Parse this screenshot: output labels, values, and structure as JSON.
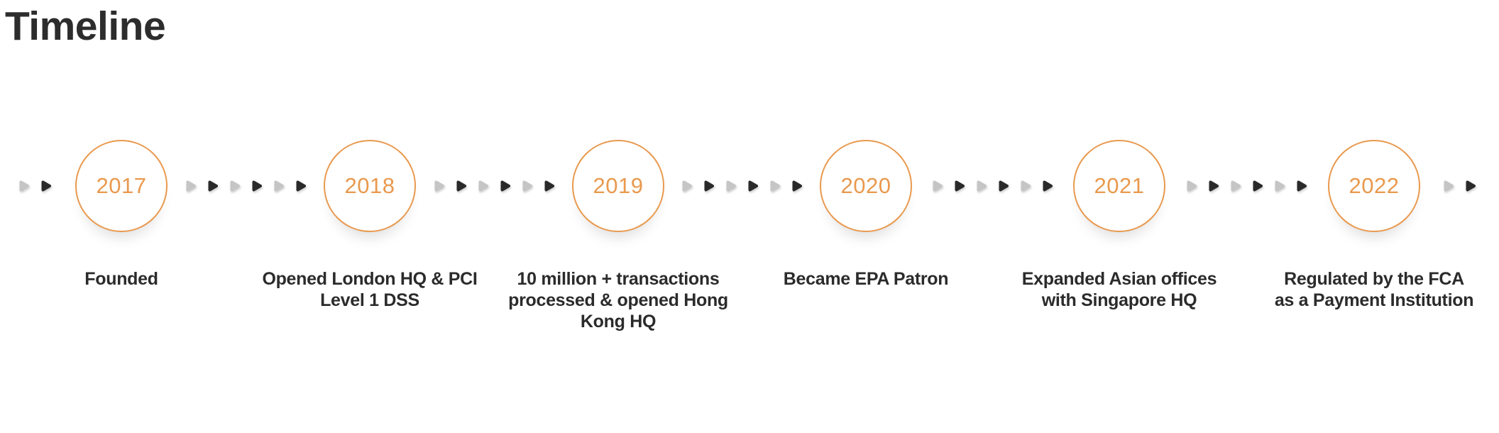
{
  "page": {
    "title": "Timeline"
  },
  "colors": {
    "accent_orange": "#E9994E",
    "arrow_dark": "#2A2A2A",
    "arrow_gray": "#C5C5C5",
    "heading_text": "#2D2D2D",
    "label_text": "#2B2B2B",
    "background": "#FFFFFF"
  },
  "timeline": {
    "events": [
      {
        "year": "2017",
        "description": "Founded",
        "lines": [
          "Founded"
        ]
      },
      {
        "year": "2018",
        "description": "Opened London HQ & PCI Level 1 DSS",
        "lines": [
          "Opened London HQ & PCI",
          "Level 1 DSS"
        ]
      },
      {
        "year": "2019",
        "description": "10 million + transactions processed & opened Hong Kong HQ",
        "lines": [
          "10 million + transactions",
          "processed & opened Hong",
          "Kong HQ"
        ]
      },
      {
        "year": "2020",
        "description": "Became EPA Patron",
        "lines": [
          "Became EPA Patron"
        ]
      },
      {
        "year": "2021",
        "description": "Expanded Asian offices with Singapore HQ",
        "lines": [
          "Expanded Asian offices",
          "with Singapore HQ"
        ]
      },
      {
        "year": "2022",
        "description": "Regulated by the FCA as a Payment Institution",
        "lines": [
          "Regulated by the FCA",
          "as a Payment Institution"
        ]
      }
    ],
    "arrow_pattern": [
      "gray",
      "dark"
    ],
    "arrows_before_first": 2,
    "arrows_between_events": 6,
    "arrows_after_last": 2
  }
}
